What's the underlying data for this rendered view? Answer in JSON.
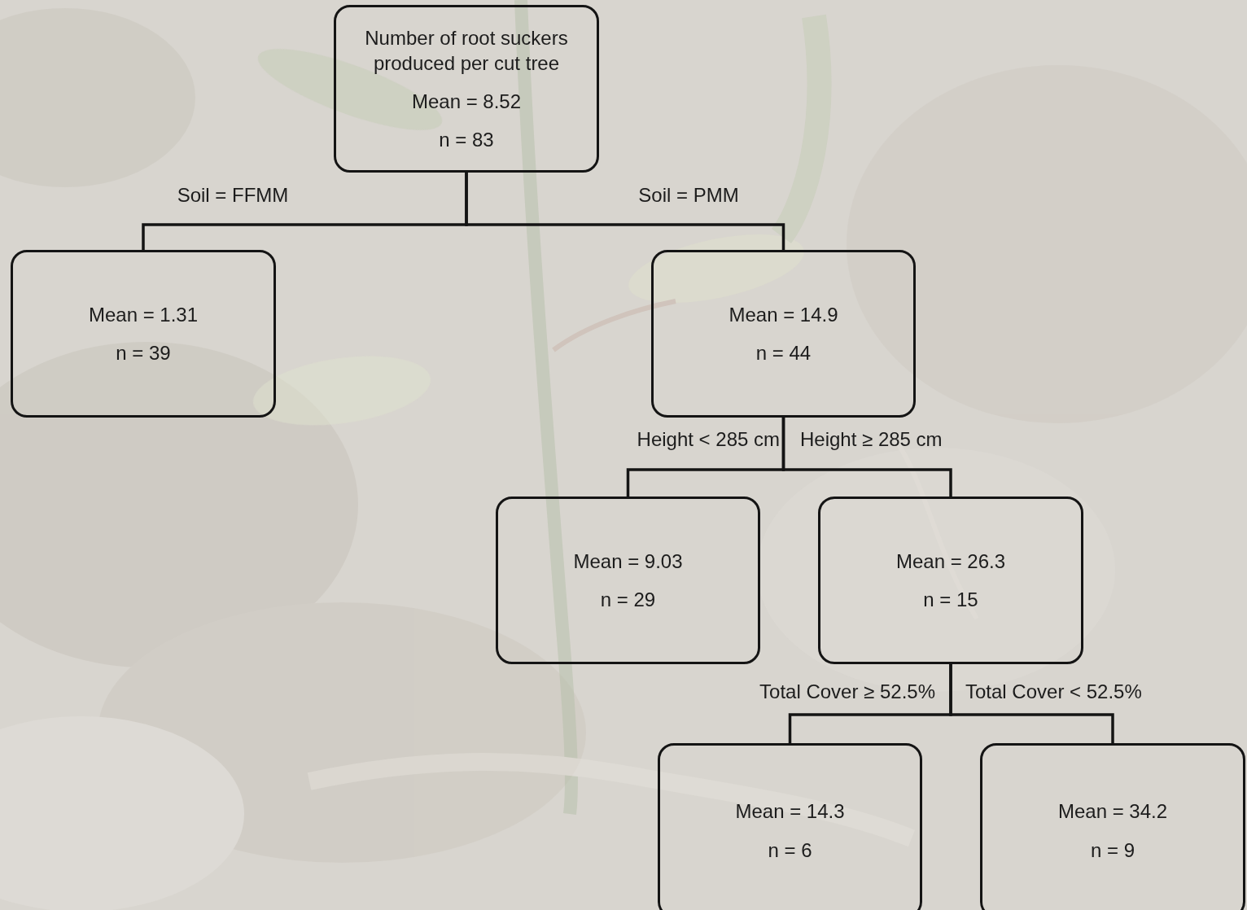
{
  "diagram": {
    "nodes": [
      {
        "text": [
          "Number of root suckers produced per cut tree",
          "Mean = 8.52",
          "n = 83"
        ]
      },
      {
        "text": [
          "Mean = 1.31",
          "n = 39"
        ]
      },
      {
        "text": [
          "Mean = 14.9",
          "n = 44"
        ]
      },
      {
        "text": [
          "Mean = 9.03",
          "n = 29"
        ]
      },
      {
        "text": [
          "Mean = 26.3",
          "n = 15"
        ]
      },
      {
        "text": [
          "Mean = 14.3",
          "n = 6"
        ]
      },
      {
        "text": [
          "Mean = 34.2",
          "n = 9"
        ]
      }
    ],
    "edges": [
      {
        "from": 0,
        "to": 1,
        "label": "Soil = FFMM",
        "arrow": "none"
      },
      {
        "from": 0,
        "to": 2,
        "label": "Soil = PMM",
        "arrow": "none"
      },
      {
        "from": 2,
        "to": 3,
        "label": "Height < 285 cm",
        "arrow": "none"
      },
      {
        "from": 2,
        "to": 4,
        "label": "Height ≥ 285 cm",
        "arrow": "none"
      },
      {
        "from": 4,
        "to": 5,
        "label": "Total Cover ≥ 52.5%",
        "arrow": "none"
      },
      {
        "from": 4,
        "to": 6,
        "label": "Total Cover < 52.5%",
        "arrow": "none"
      }
    ]
  }
}
